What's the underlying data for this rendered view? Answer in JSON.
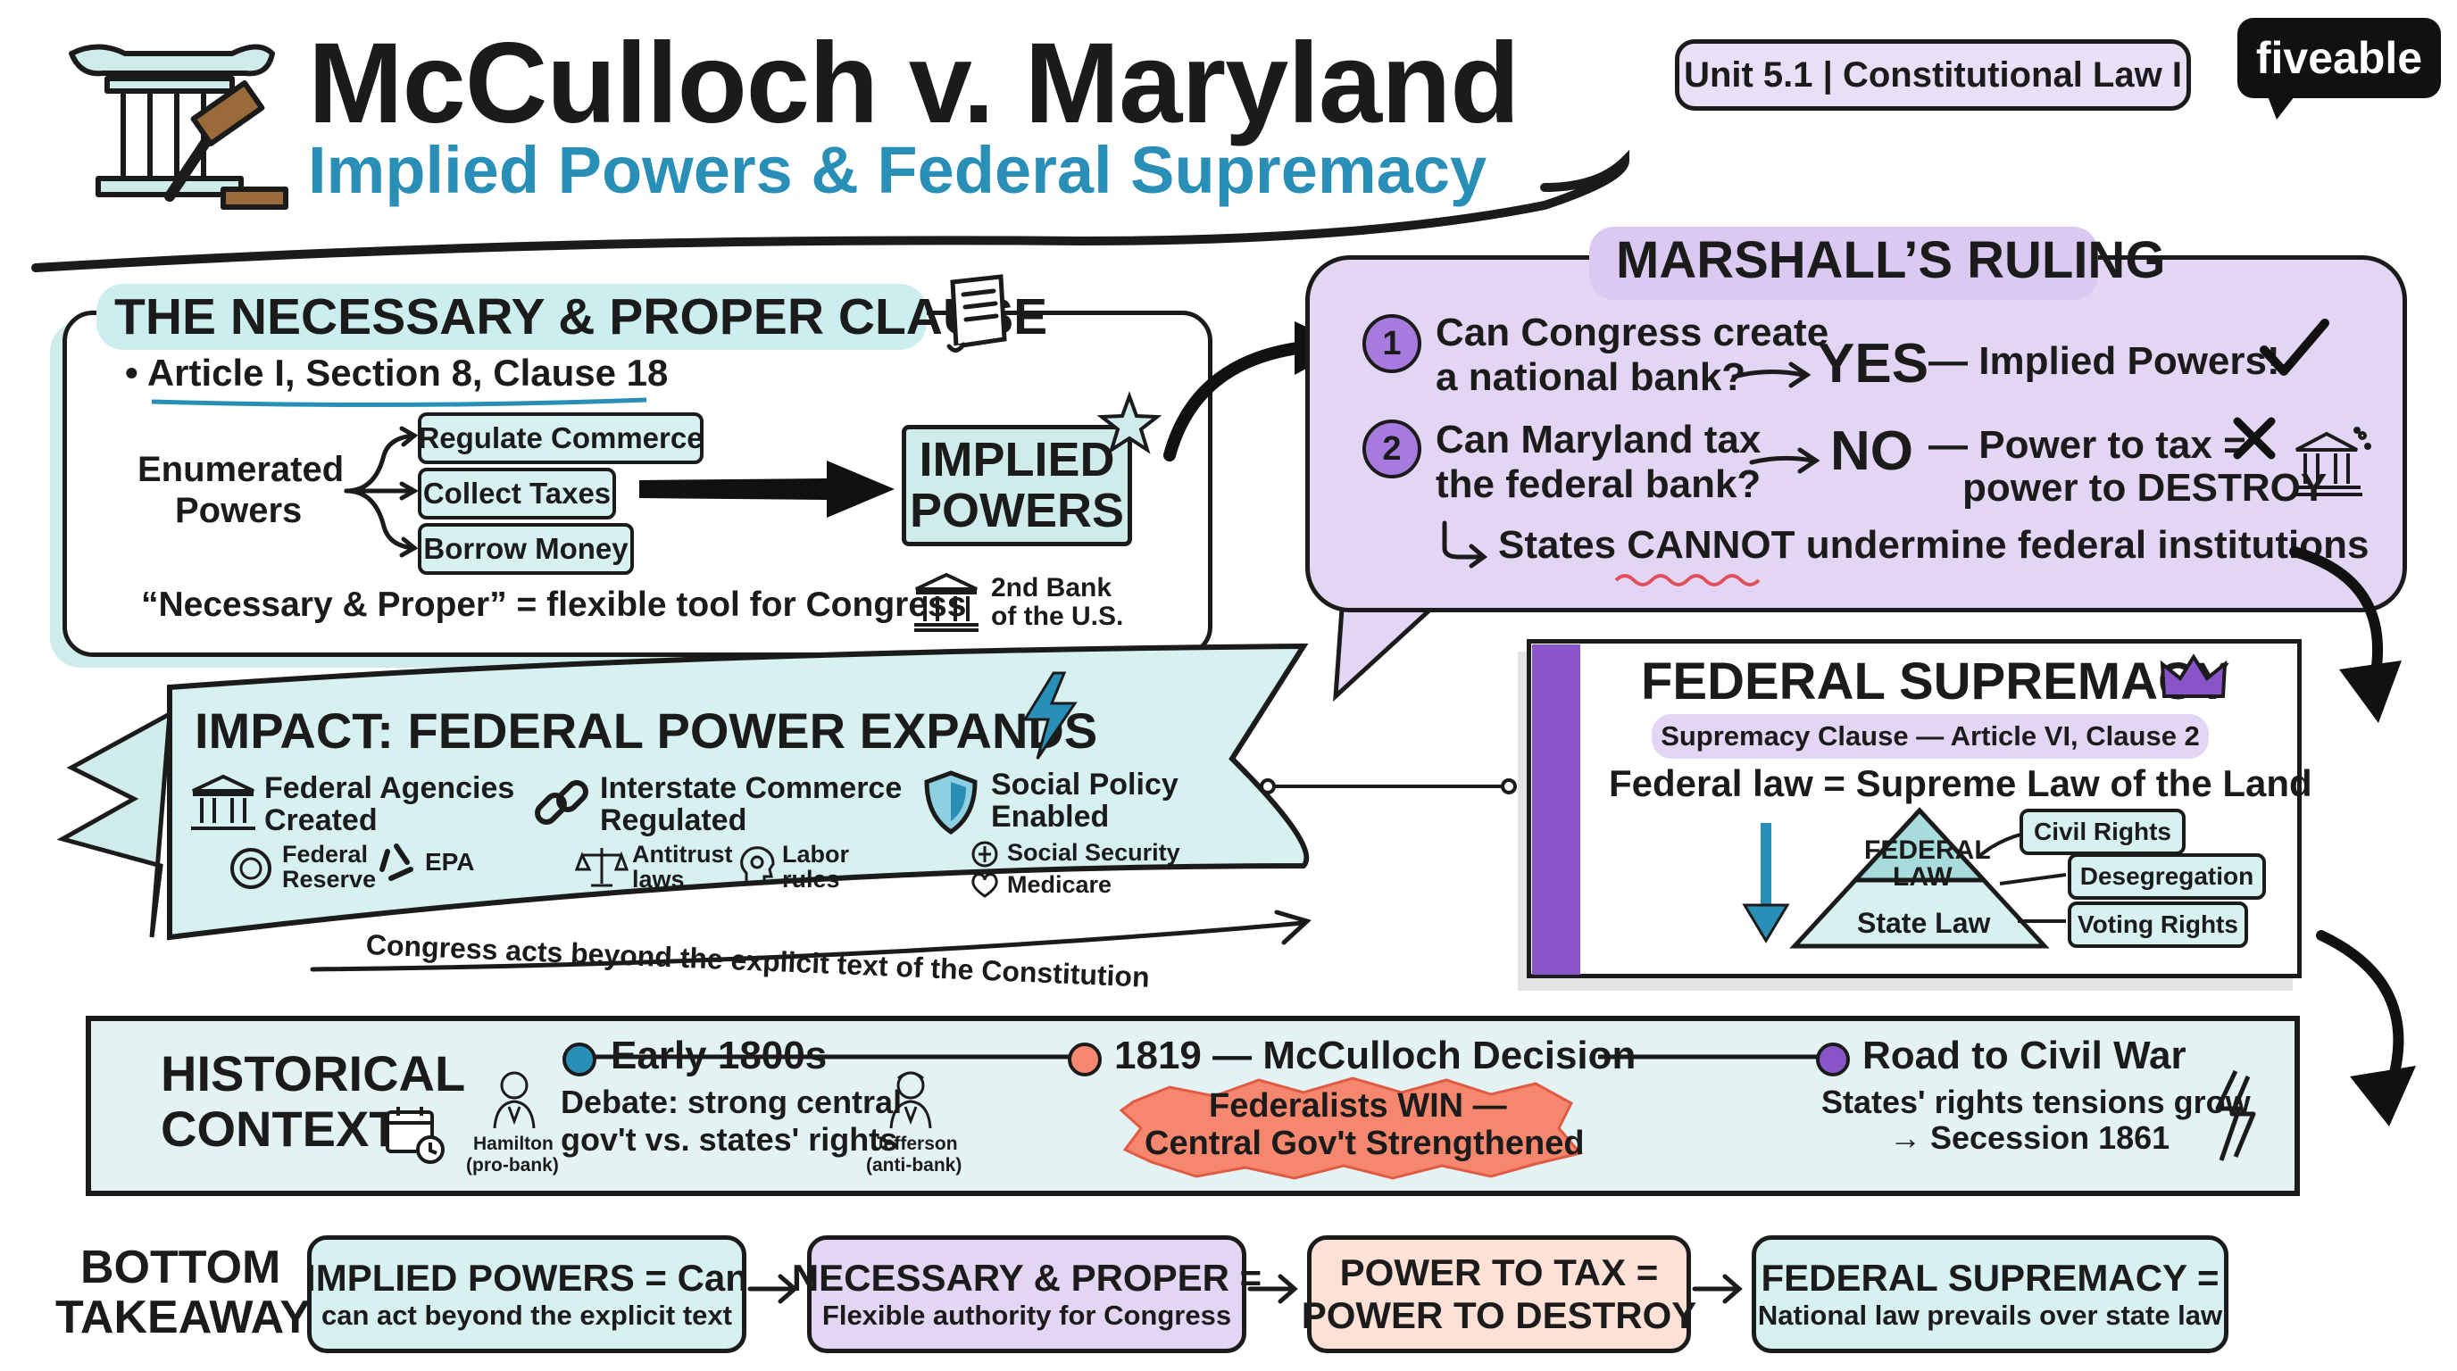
{
  "header": {
    "title": "McCulloch v. Maryland",
    "subtitle": "Implied Powers & Federal Supremacy",
    "unit_badge": "Unit 5.1 | Constitutional Law I",
    "brand": "fiveable"
  },
  "necessary_proper": {
    "title": "THE NECESSARY & PROPER CLAUSE",
    "citation": "• Article I, Section 8, Clause 18",
    "enumerated_label_1": "Enumerated",
    "enumerated_label_2": "Powers",
    "powers": [
      "Regulate Commerce",
      "Collect Taxes",
      "Borrow Money"
    ],
    "implied_1": "IMPLIED",
    "implied_2": "POWERS",
    "flex_tool": "“Necessary & Proper” = flexible tool for Congress",
    "bank_1": "2nd Bank",
    "bank_2": "of the U.S."
  },
  "ruling": {
    "title": "MARSHALL’S RULING",
    "q1_num": "1",
    "q1_line1": "Can Congress create",
    "q1_line2": "a national bank?",
    "a1": "YES",
    "a1_detail": "— Implied Powers!",
    "q2_num": "2",
    "q2_line1": "Can Maryland tax",
    "q2_line2": "the federal bank?",
    "a2": "NO",
    "a2_detail_1": "— Power to tax =",
    "a2_detail_2": "power to DESTROY",
    "states_pre": "States ",
    "states_emph": "CANNOT",
    "states_post": " undermine federal institutions"
  },
  "impact": {
    "title": "IMPACT: FEDERAL POWER EXPANDS",
    "col1_1": "Federal Agencies",
    "col1_2": "Created",
    "fed_1": "Federal",
    "fed_2": "Reserve",
    "epa": "EPA",
    "col2_1": "Interstate Commerce",
    "col2_2": "Regulated",
    "anti_1": "Antitrust",
    "anti_2": "laws",
    "labor_1": "Labor",
    "labor_2": "rules",
    "col3_1": "Social Policy",
    "col3_2": "Enabled",
    "social_security": "Social Security",
    "medicare": "Medicare",
    "caption": "Congress acts beyond the explicit text of the Constitution"
  },
  "supremacy": {
    "title": "FEDERAL SUPREMACY",
    "clause": "Supremacy Clause — Article VI, Clause 2",
    "statement": "Federal law = Supreme Law of the Land",
    "pyramid_top_1": "FEDERAL",
    "pyramid_top_2": "LAW",
    "pyramid_bottom": "State Law",
    "rights": [
      "Civil Rights",
      "Desegregation",
      "Voting Rights"
    ]
  },
  "history": {
    "title_1": "HISTORICAL",
    "title_2": "CONTEXT",
    "early": "Early 1800s",
    "debate_1": "Debate: strong central",
    "debate_2": "gov't vs. states' rights",
    "hamilton_1": "Hamilton",
    "hamilton_2": "(pro-bank)",
    "jefferson_1": "Jefferson",
    "jefferson_2": "(anti-bank)",
    "decision": "1819 — McCulloch Decision",
    "fed_win_1": "Federalists WIN —",
    "fed_win_2": "Central Gov't Strengthened",
    "civil_war": "Road to Civil War",
    "tension_1": "States' rights tensions grow",
    "tension_2": "→ Secession 1861",
    "colors": {
      "early": "#2a8fb6",
      "decision": "#f4876d",
      "civil_war": "#8a54c9"
    }
  },
  "takeaway": {
    "label_1": "BOTTOM",
    "label_2": "TAKEAWAY",
    "items": [
      {
        "main": "IMPLIED POWERS = Can",
        "sub": "can act beyond the explicit text",
        "color": "#d7f0f0"
      },
      {
        "main": "NECESSARY & PROPER =",
        "sub": "Flexible authority for Congress",
        "color": "#e3d6f4"
      },
      {
        "main": "POWER TO TAX =",
        "sub": "POWER TO DESTROY",
        "color": "#fde0d6"
      },
      {
        "main": "FEDERAL SUPREMACY =",
        "sub": "National law prevails over state law",
        "color": "#d7f0f0"
      }
    ]
  }
}
